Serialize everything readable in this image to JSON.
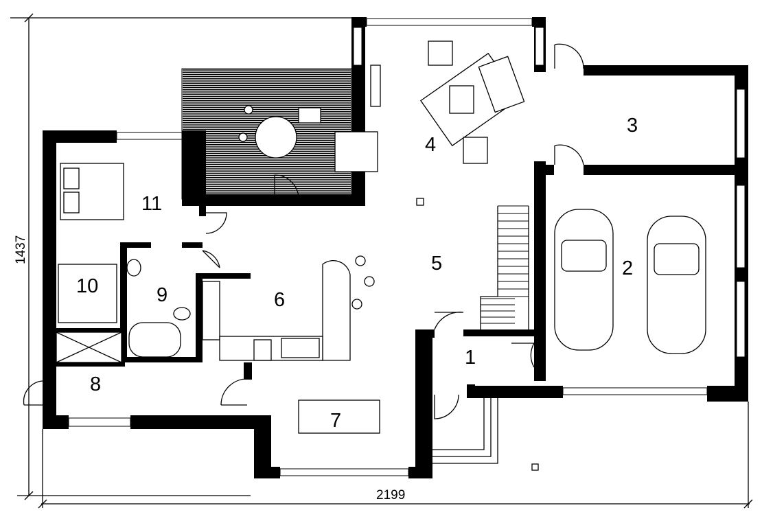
{
  "plan": {
    "dimensions": {
      "width": "2199",
      "height": "1437"
    },
    "rooms": [
      {
        "number": "1"
      },
      {
        "number": "2"
      },
      {
        "number": "3"
      },
      {
        "number": "4"
      },
      {
        "number": "5"
      },
      {
        "number": "6"
      },
      {
        "number": "7"
      },
      {
        "number": "8"
      },
      {
        "number": "9"
      },
      {
        "number": "10"
      },
      {
        "number": "11"
      }
    ]
  }
}
